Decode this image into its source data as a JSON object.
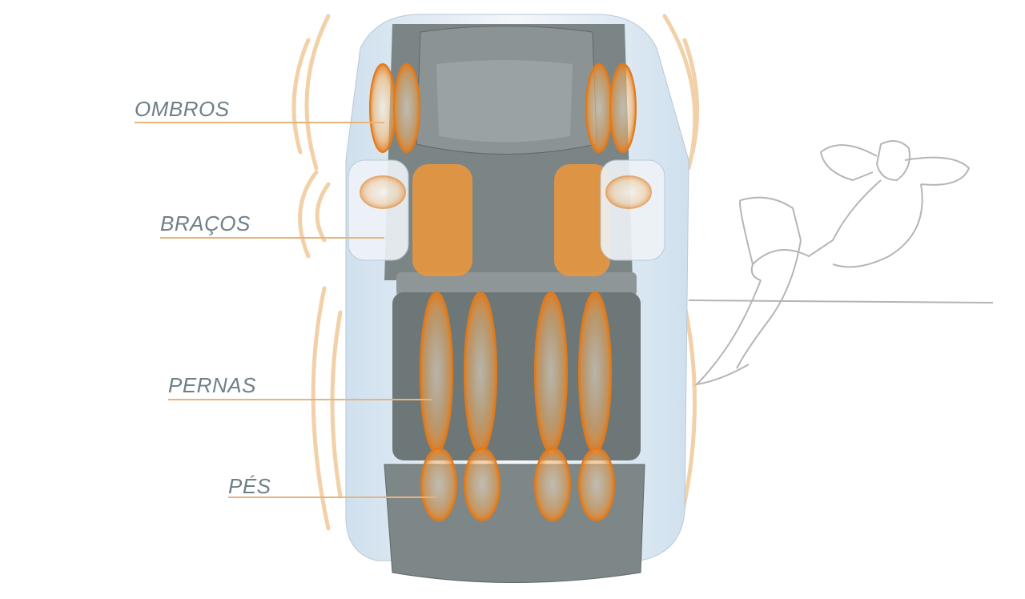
{
  "labels": {
    "shoulders": "OMBROS",
    "arms": "BRAÇOS",
    "legs": "PERNAS",
    "feet": "PÉS"
  },
  "colors": {
    "label_text": "#6f7f88",
    "leader_line": "#e8b47c",
    "airbag_orange": "#f29a3a",
    "upholstery_grey": "#6e7778",
    "shell": "#dfe9f1"
  }
}
